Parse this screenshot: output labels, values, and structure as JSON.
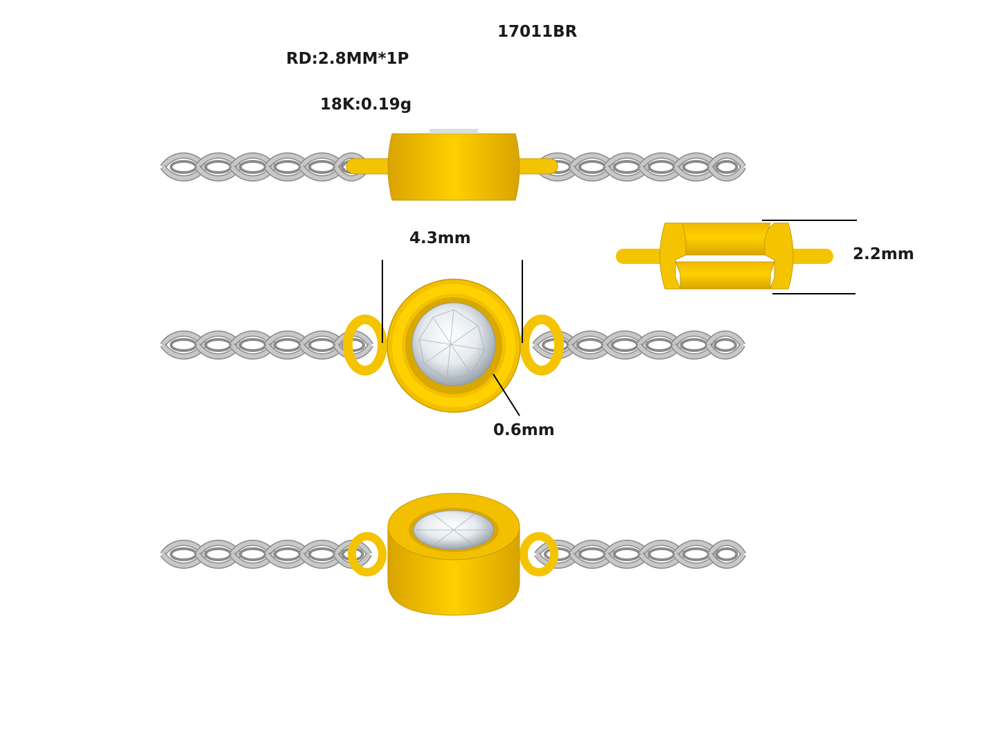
{
  "header": {
    "model_code": "17011BR",
    "stone_spec": "RD:2.8MM*1P",
    "metal_weight": "18K:0.19g"
  },
  "dimensions": {
    "width_label": "4.3mm",
    "height_label": "2.2mm",
    "wall_label": "0.6mm"
  },
  "colors": {
    "gold": "#f5c400",
    "gold_dark": "#c79a00",
    "chain": "#c8c8c8",
    "chain_dark": "#8a8a8a",
    "line": "#000000"
  }
}
